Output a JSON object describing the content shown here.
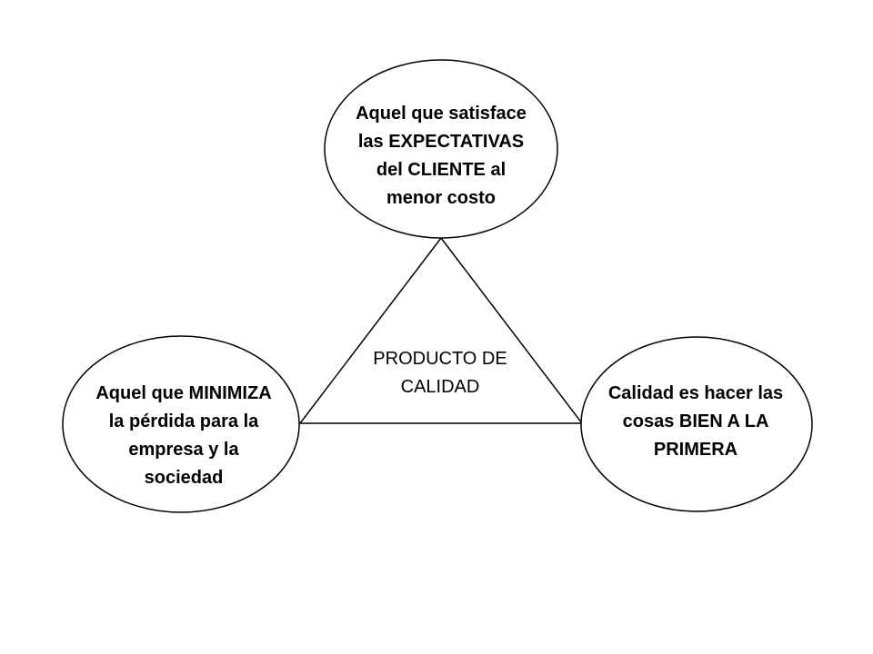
{
  "nodes": {
    "top": {
      "lines": [
        "Aquel que satisface",
        "las EXPECTATIVAS",
        "del CLIENTE al",
        "menor costo"
      ]
    },
    "left": {
      "lines": [
        "Aquel que MINIMIZA",
        "la pérdida para la",
        "empresa y la",
        "sociedad"
      ]
    },
    "right": {
      "lines": [
        "Calidad es hacer las",
        "cosas BIEN A LA",
        "PRIMERA"
      ]
    }
  },
  "center": {
    "lines": [
      "PRODUCTO DE",
      "CALIDAD"
    ]
  },
  "colors": {
    "stroke": "#000000",
    "fill": "#ffffff",
    "text": "#000000"
  }
}
